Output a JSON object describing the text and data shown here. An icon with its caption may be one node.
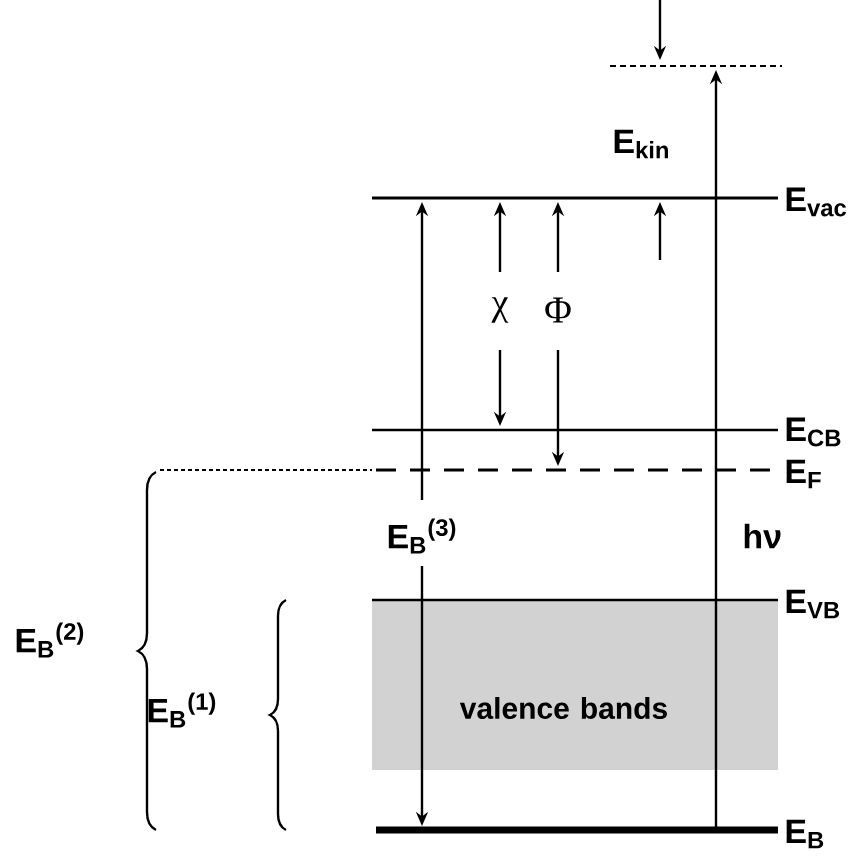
{
  "diagram": {
    "nodes": [
      {
        "text": [
          "valence bands"
        ]
      }
    ],
    "labels": [
      "E$_{kin}$",
      "E$_{vac}$",
      "χ",
      "Φ",
      "E$_{CB}$",
      "E$_{F}$",
      "E$_{B}$$^{(3)}$",
      "hν",
      "E$_{VB}$",
      "E$_{B}$$^{(2)}$",
      "E$_{B}$$^{(1)}$",
      "E$_{B}$"
    ]
  }
}
